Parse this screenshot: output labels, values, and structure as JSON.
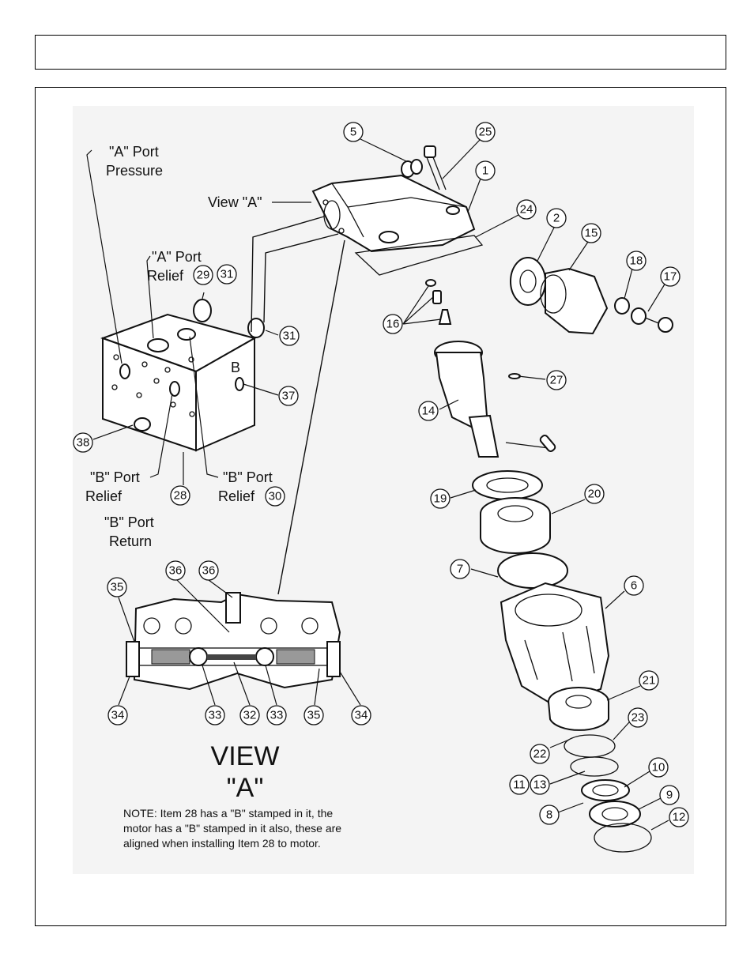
{
  "header": {
    "title": ""
  },
  "labels": {
    "a_port_pressure_1": "\"A\" Port",
    "a_port_pressure_2": "Pressure",
    "view_a_callout": "View \"A\"",
    "a_port_relief_1": "\"A\" Port",
    "a_port_relief_2": "Relief",
    "b_letter": "B",
    "b_port_relief_left_1": "\"B\" Port",
    "b_port_relief_left_2": "Relief",
    "b_port_relief_right_1": "\"B\" Port",
    "b_port_relief_right_2": "Relief",
    "b_port_return_1": "\"B\" Port",
    "b_port_return_2": "Return",
    "view_title_1": "VIEW",
    "view_title_2": "\"A\"",
    "note_1": "NOTE: Item 28 has a \"B\" stamped in it, the",
    "note_2": "motor has a \"B\" stamped in it also, these are",
    "note_3": "aligned when installing Item 28 to motor."
  },
  "callouts": [
    "5",
    "25",
    "1",
    "24",
    "2",
    "15",
    "18",
    "17",
    "16",
    "27",
    "14",
    "19",
    "20",
    "7",
    "6",
    "21",
    "23",
    "22",
    "11",
    "13",
    "10",
    "9",
    "8",
    "12",
    "29",
    "31",
    "31",
    "37",
    "38",
    "28",
    "30",
    "36",
    "36",
    "35",
    "34",
    "33",
    "32",
    "33",
    "35",
    "34"
  ]
}
